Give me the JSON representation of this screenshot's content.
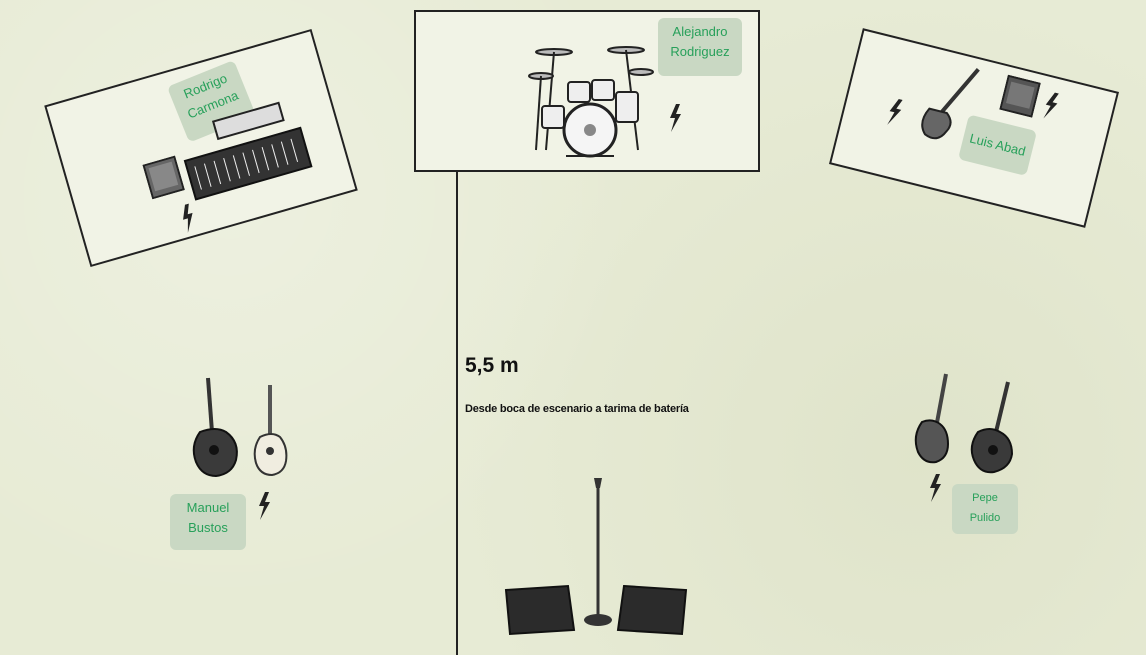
{
  "musicians": {
    "rodrigo": {
      "name": "Rodrigo Carmona"
    },
    "alejandro": {
      "name": "Alejandro Rodriguez"
    },
    "luis": {
      "name": "Luis Abad"
    },
    "manuel": {
      "name": "Manuel Bustos"
    },
    "pepe": {
      "name": "Pepe Pulido"
    }
  },
  "distance": {
    "value": "5,5 m",
    "description": "Desde boca de escenario a tarima de batería"
  },
  "colors": {
    "background": "#e7ebd5",
    "name_tag_bg": "#c9d8c3",
    "name_tag_text": "#27a05a",
    "line": "#222222"
  },
  "icons": [
    "drum-kit-icon",
    "keyboard-icon",
    "amplifier-icon",
    "bass-guitar-icon",
    "acoustic-guitar-icon",
    "classical-guitar-icon",
    "electric-guitar-icon",
    "microphone-stand-icon",
    "stage-monitor-icon",
    "power-bolt-icon"
  ]
}
